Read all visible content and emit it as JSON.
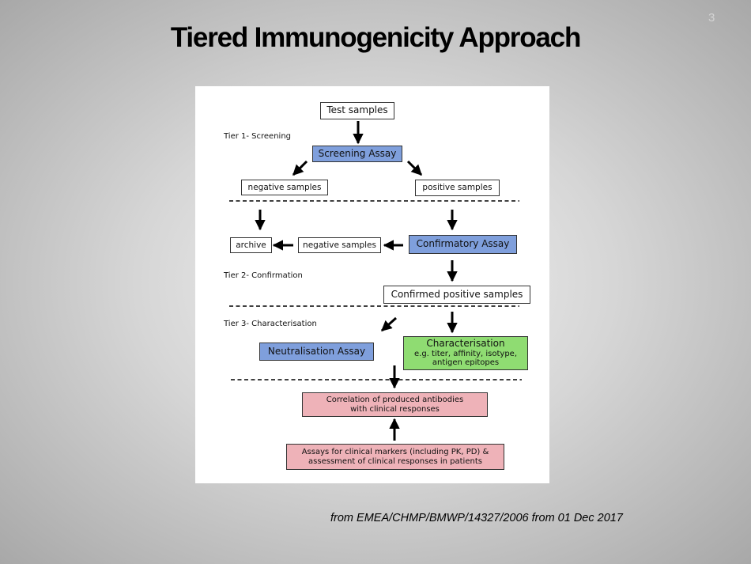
{
  "slide": {
    "number": "3",
    "title": "Tiered Immunogenicity Approach",
    "source": "from EMEA/CHMP/BMWP/14327/2006 from 01 Dec 2017"
  },
  "diagram": {
    "tiers": {
      "screening": "Tier 1- Screening",
      "confirmation": "Tier 2- Confirmation",
      "characterisation": "Tier 3- Characterisation"
    },
    "nodes": {
      "test_samples": "Test samples",
      "screening_assay": "Screening Assay",
      "negative_samples_1": "negative samples",
      "positive_samples": "positive samples",
      "archive": "archive",
      "negative_samples_2": "negative samples",
      "confirmatory_assay": "Confirmatory Assay",
      "confirmed_positive": "Confirmed positive samples",
      "neutralisation_assay": "Neutralisation Assay",
      "characterisation_title": "Characterisation",
      "characterisation_line1": "e.g. titer, affinity, isotype,",
      "characterisation_line2": "antigen epitopes",
      "correlation_line1": "Correlation of produced antibodies",
      "correlation_line2": "with clinical responses",
      "assays_line1": "Assays for clinical markers (including PK, PD) &",
      "assays_line2": "assessment of clinical responses in patients"
    },
    "colors": {
      "assay_blue": "#7f9fdc",
      "characterisation_green": "#8fdc72",
      "clinical_pink": "#eeb2b8"
    }
  }
}
